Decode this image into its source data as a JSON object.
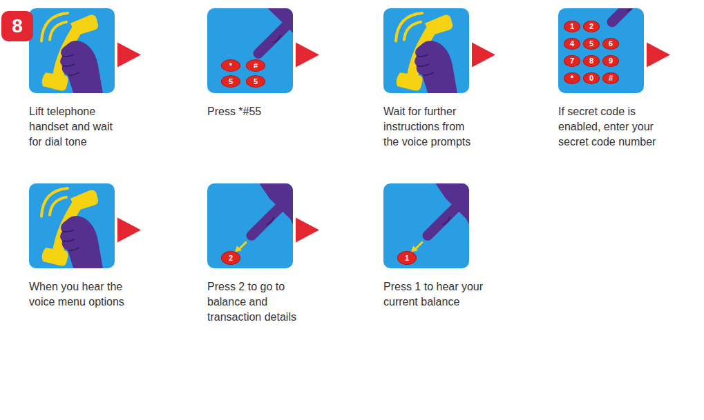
{
  "diagram": {
    "nodes": [
      {
        "text": [
          "8"
        ]
      },
      {
        "text": [
          "Lift telephone handset and wait for dial tone"
        ]
      },
      {
        "text": [
          "Press *#55"
        ]
      },
      {
        "text": [
          "*"
        ],
        "in": 2
      },
      {
        "text": [
          "#"
        ],
        "in": 2
      },
      {
        "text": [
          "5"
        ],
        "in": 2
      },
      {
        "text": [
          "5"
        ],
        "in": 2
      },
      {
        "text": [
          "Wait for further instructions from the voice prompts"
        ]
      },
      {
        "text": [
          "If secret code is enabled, enter your secret code number"
        ]
      },
      {
        "text": [
          "1"
        ],
        "in": 8
      },
      {
        "text": [
          "2"
        ],
        "in": 8
      },
      {
        "text": [
          "4"
        ],
        "in": 8
      },
      {
        "text": [
          "5"
        ],
        "in": 8
      },
      {
        "text": [
          "6"
        ],
        "in": 8
      },
      {
        "text": [
          "7"
        ],
        "in": 8
      },
      {
        "text": [
          "8"
        ],
        "in": 8
      },
      {
        "text": [
          "9"
        ],
        "in": 8
      },
      {
        "text": [
          "*"
        ],
        "in": 8
      },
      {
        "text": [
          "0"
        ],
        "in": 8
      },
      {
        "text": [
          "#"
        ],
        "in": 8
      },
      {
        "text": [
          "When you hear the voice menu options"
        ]
      },
      {
        "text": [
          "Press 2 to go to balance and transaction details"
        ]
      },
      {
        "text": [
          "2"
        ],
        "in": 21
      },
      {
        "text": [
          "Press 1 to hear your current balance"
        ]
      },
      {
        "text": [
          "1"
        ],
        "in": 23
      }
    ],
    "edges": [
      {
        "from": 1,
        "to": 2,
        "arrow": "to"
      },
      {
        "from": 2,
        "to": 7,
        "arrow": "to"
      },
      {
        "from": 7,
        "to": 8,
        "arrow": "to"
      },
      {
        "from": 8,
        "to": 20,
        "arrow": "to"
      },
      {
        "from": 20,
        "to": 21,
        "arrow": "to"
      },
      {
        "from": 21,
        "to": 23,
        "arrow": "to"
      }
    ]
  }
}
